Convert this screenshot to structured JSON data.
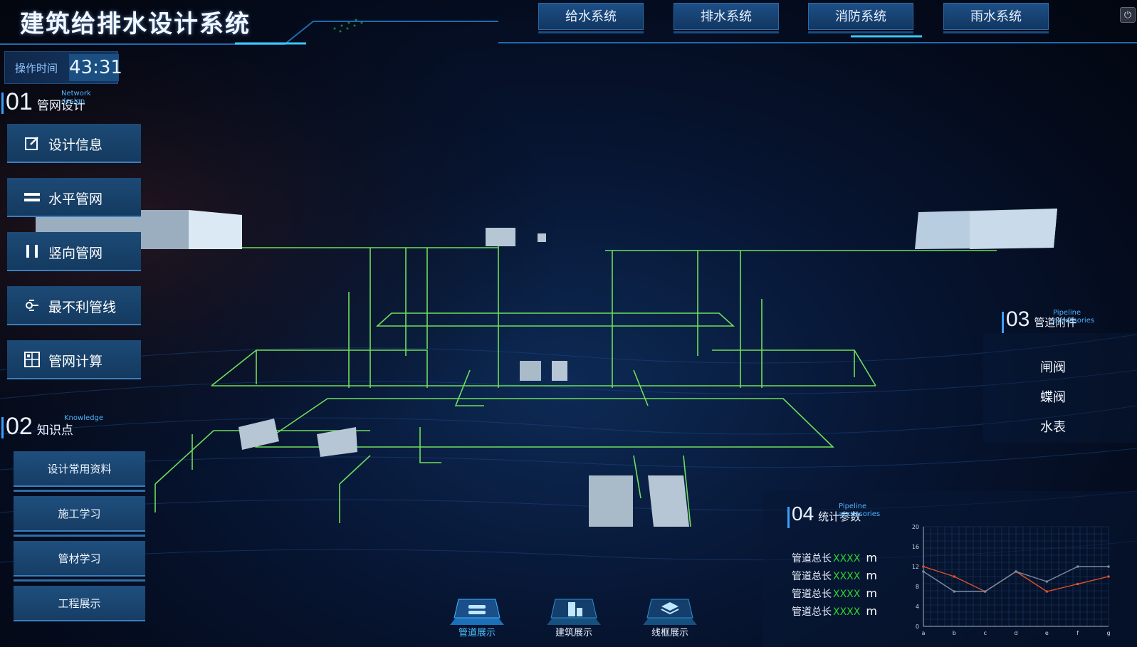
{
  "header": {
    "title": "建筑给排水设计系统",
    "tabs": [
      {
        "label": "给水系统"
      },
      {
        "label": "排水系统"
      },
      {
        "label": "消防系统"
      },
      {
        "label": "雨水系统"
      }
    ],
    "power_icon": "power-icon"
  },
  "op_time": {
    "label": "操作时间",
    "value": "43:31"
  },
  "section1": {
    "num": "01",
    "title": "管网设计",
    "en": "Network design",
    "items": [
      {
        "label": "设计信息",
        "icon": "edit-icon"
      },
      {
        "label": "水平管网",
        "icon": "horizontal-lines-icon"
      },
      {
        "label": "竖向管网",
        "icon": "vertical-lines-icon"
      },
      {
        "label": "最不利管线",
        "icon": "network-node-icon"
      },
      {
        "label": "管网计算",
        "icon": "calculator-icon"
      }
    ]
  },
  "section2": {
    "num": "02",
    "title": "知识点",
    "en": "Knowledge",
    "items": [
      {
        "label": "设计常用资料"
      },
      {
        "label": "施工学习"
      },
      {
        "label": "管材学习"
      },
      {
        "label": "工程展示"
      }
    ]
  },
  "section3": {
    "num": "03",
    "title": "管道附件",
    "en": "Pipeline accessories",
    "items": [
      {
        "label": "闸阀"
      },
      {
        "label": "蝶阀"
      },
      {
        "label": "水表"
      }
    ]
  },
  "section4": {
    "num": "04",
    "title": "统计参数",
    "en": "Pipeline accessories",
    "rows": [
      {
        "label": "管道总长",
        "value": "XXXX",
        "unit": "m"
      },
      {
        "label": "管道总长",
        "value": "XXXX",
        "unit": "m"
      },
      {
        "label": "管道总长",
        "value": "XXXX",
        "unit": "m"
      },
      {
        "label": "管道总长",
        "value": "XXXX",
        "unit": "m"
      }
    ]
  },
  "bottom_bar": {
    "items": [
      {
        "label": "管道展示",
        "icon": "pipes-icon",
        "active": true
      },
      {
        "label": "建筑展示",
        "icon": "building-icon",
        "active": false
      },
      {
        "label": "线框展示",
        "icon": "layers-icon",
        "active": false
      }
    ]
  },
  "colors": {
    "accent": "#3aa0ff",
    "pipe": "#6ee05a",
    "value_green": "#2fd12f",
    "series_red": "#e0502a",
    "series_gray": "#7a8aa0"
  },
  "chart_data": {
    "type": "line",
    "categories": [
      "a",
      "b",
      "c",
      "d",
      "e",
      "f",
      "g"
    ],
    "series": [
      {
        "values": [
          12,
          10,
          7,
          11,
          7,
          8.5,
          10
        ]
      },
      {
        "values": [
          11,
          7,
          7,
          11,
          9,
          12,
          12
        ]
      }
    ],
    "yticks": [
      0,
      4,
      8,
      12,
      16,
      20
    ],
    "ylim": [
      0,
      20
    ],
    "grid": true,
    "title": "",
    "xlabel": "",
    "ylabel": ""
  }
}
